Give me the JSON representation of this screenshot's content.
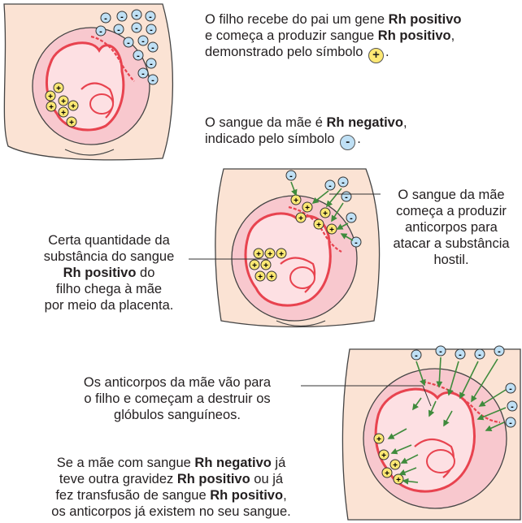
{
  "panel1": {
    "father_text": {
      "t1": "O filho recebe do pai um gene ",
      "b1": "Rh positivo",
      "t2": "e começa a produzir sangue ",
      "b2": "Rh positivo",
      "t3": ",",
      "t4": "demonstrado pelo símbolo",
      "t5": "."
    },
    "mother_text": {
      "t1": "O sangue da mãe é ",
      "b1": "Rh negativo",
      "t2": ",",
      "t3": "indicado pelo símbolo",
      "t4": "."
    }
  },
  "panel2": {
    "left_text": {
      "l1": "Certa quantidade da",
      "l2": "substância do sangue",
      "b1": "Rh positivo",
      "l3": " do",
      "l4": "filho chega à mãe",
      "l5": "por meio da placenta",
      "l6": "."
    },
    "right_text": {
      "l1": "O sangue da mãe",
      "l2": "começa a produzir",
      "l3": "anticorpos para",
      "l4": "atacar a substância",
      "l5": "hostil",
      "l6": "."
    }
  },
  "panel3": {
    "antibody_text": {
      "l1": "Os anticorpos da mãe vão para",
      "l2": "o filho e começam a destruir os",
      "l3": "glóbulos sanguíneos",
      "l4": "."
    },
    "history_text": {
      "l1a": "Se a mãe com sangue ",
      "b1": "Rh negativo",
      "l1b": " já",
      "l2a": "teve outra gravidez ",
      "b2": "Rh positivo",
      "l2b": " ou já",
      "l3a": "fez transfusão de sangue ",
      "b3": "Rh positivo",
      "l3b": ",",
      "l4": "os anticorpos já existem no seu sangue",
      "l5": "."
    }
  },
  "symbols": {
    "plus": "+",
    "minus": "-"
  },
  "colors": {
    "uterus": "#f8c8ce",
    "skin": "#fbe3d4",
    "outline": "#e8434f",
    "fetus": "#fde0e3",
    "plus_fill": "#fde873",
    "minus_fill": "#bfe0f5",
    "arrow": "#3f8b3c"
  }
}
